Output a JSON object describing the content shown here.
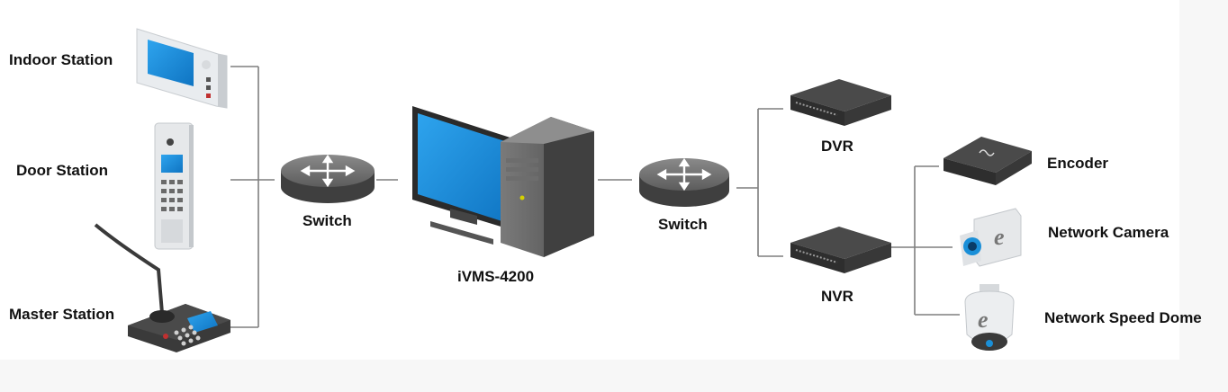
{
  "labels": {
    "indoor_station": "Indoor Station",
    "door_station": "Door Station",
    "master_station": "Master Station",
    "switch_left": "Switch",
    "ivms": "iVMS-4200",
    "switch_right": "Switch",
    "dvr": "DVR",
    "nvr": "NVR",
    "encoder": "Encoder",
    "network_camera": "Network Camera",
    "network_speed_dome": "Network Speed Dome"
  },
  "colors": {
    "line": "#7f7f7f",
    "screen_blue": "#1a8fd8",
    "device_dark": "#3a3a3a",
    "background": "#f7f7f7"
  }
}
